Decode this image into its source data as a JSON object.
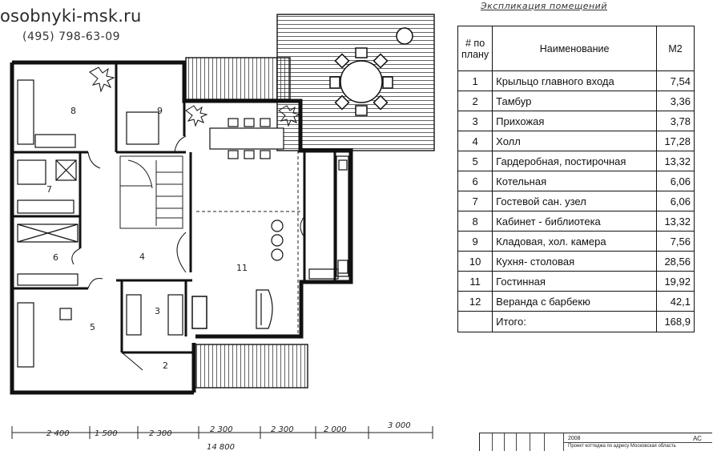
{
  "watermark": {
    "site": "osobnyki-msk.ru",
    "phone": "(495)  798-63-09"
  },
  "table": {
    "title": "Экспликация  помещений",
    "headers": {
      "num": "# по плану",
      "name": "Наименование",
      "area": "М2"
    },
    "rows": [
      {
        "num": "1",
        "name": "Крыльцо главного входа",
        "area": "7,54"
      },
      {
        "num": "2",
        "name": "Тамбур",
        "area": "3,36"
      },
      {
        "num": "3",
        "name": "Прихожая",
        "area": "3,78"
      },
      {
        "num": "4",
        "name": "Холл",
        "area": "17,28"
      },
      {
        "num": "5",
        "name": "Гардеробная, постирочная",
        "area": "13,32"
      },
      {
        "num": "6",
        "name": "Котельная",
        "area": "6,06"
      },
      {
        "num": "7",
        "name": "Гостевой сан. узел",
        "area": "6,06"
      },
      {
        "num": "8",
        "name": "Кабинет - библиотека",
        "area": "13,32"
      },
      {
        "num": "9",
        "name": "Кладовая, хол. камера",
        "area": "7,56"
      },
      {
        "num": "10",
        "name": "Кухня- столовая",
        "area": "28,56"
      },
      {
        "num": "11",
        "name": "Гостинная",
        "area": "19,92"
      },
      {
        "num": "12",
        "name": "Веранда с барбекю",
        "area": "42,1"
      }
    ],
    "total": {
      "label": "Итого:",
      "area": "168,9"
    }
  },
  "plan": {
    "room_numbers": [
      "2",
      "3",
      "4",
      "5",
      "6",
      "7",
      "8",
      "9",
      "11"
    ],
    "dimensions": [
      "2 400",
      "1 500",
      "2 300",
      "2 300",
      "2 300",
      "2 000",
      "3 000"
    ],
    "overall_dimension": "14 800"
  },
  "stamp": {
    "year": "2008",
    "sheet": "АС",
    "caption": "Проект коттеджа по адресу Московская область"
  }
}
